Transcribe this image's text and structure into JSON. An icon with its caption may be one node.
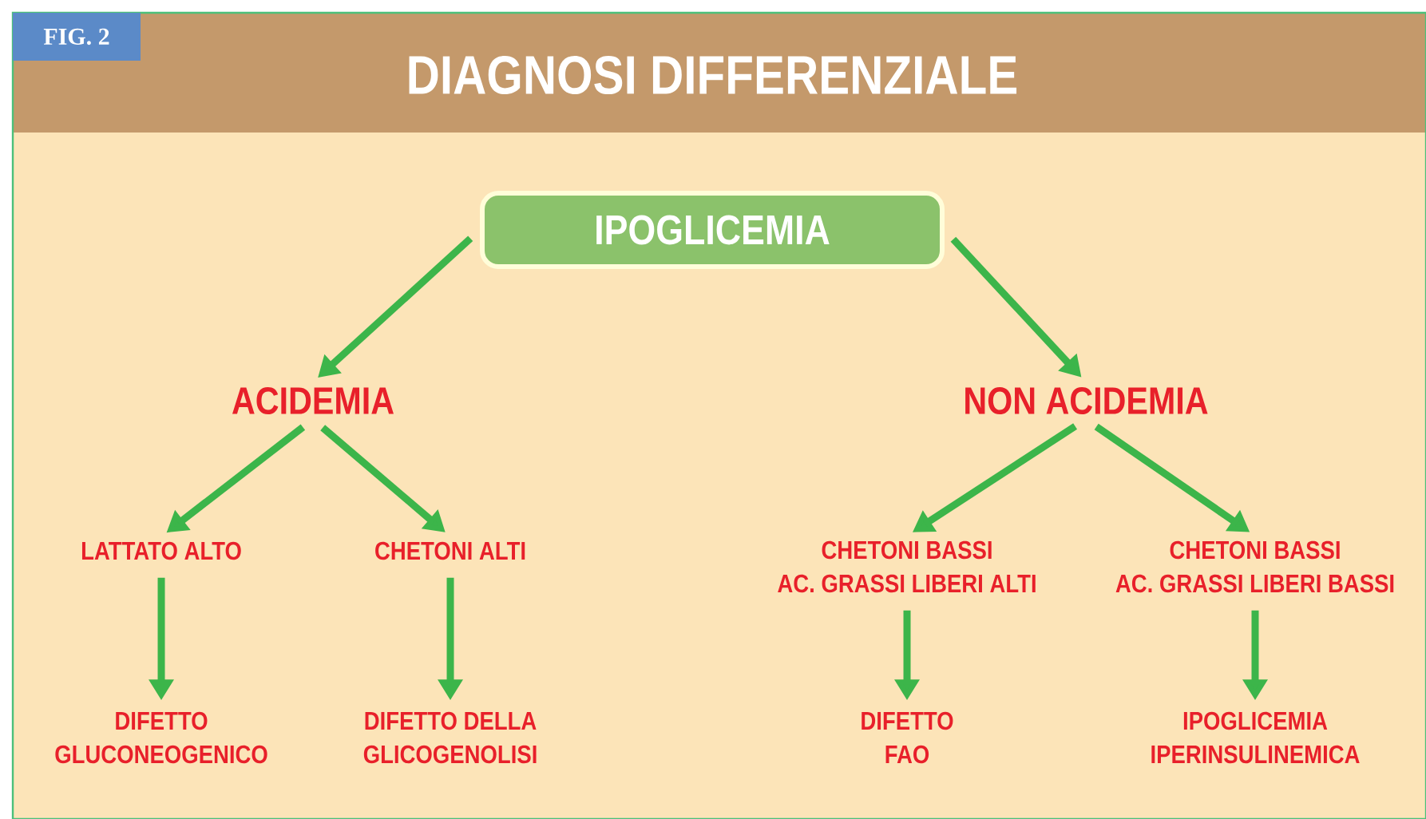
{
  "diagram": {
    "title": "DIAGNOSI DIFFERENZIALE",
    "nodes": [
      {
        "text": [
          "IPOGLICEMIA"
        ]
      },
      {
        "text": [
          "ACIDEMIA"
        ]
      },
      {
        "text": [
          "NON ACIDEMIA"
        ]
      },
      {
        "text": [
          "LATTATO ALTO"
        ]
      },
      {
        "text": [
          "CHETONI ALTI"
        ]
      },
      {
        "text": [
          "CHETONI BASSI AC. GRASSI LIBERI ALTI"
        ]
      },
      {
        "text": [
          "CHETONI BASSI AC. GRASSI LIBERI BASSI"
        ]
      },
      {
        "text": [
          "DIFETTO GLUCONEOGENICO"
        ]
      },
      {
        "text": [
          "DIFETTO DELLA GLICOGENOLISI"
        ]
      },
      {
        "text": [
          "DIFETTO FAO"
        ]
      },
      {
        "text": [
          "IPOGLICEMIA IPERINSULINEMICA"
        ]
      }
    ],
    "edges": [
      {
        "from": 0,
        "to": 1,
        "arrow": "to"
      },
      {
        "from": 0,
        "to": 2,
        "arrow": "to"
      },
      {
        "from": 1,
        "to": 3,
        "arrow": "to"
      },
      {
        "from": 1,
        "to": 4,
        "arrow": "to"
      },
      {
        "from": 2,
        "to": 5,
        "arrow": "to"
      },
      {
        "from": 2,
        "to": 6,
        "arrow": "to"
      },
      {
        "from": 3,
        "to": 7,
        "arrow": "to"
      },
      {
        "from": 4,
        "to": 8,
        "arrow": "to"
      },
      {
        "from": 5,
        "to": 9,
        "arrow": "to"
      },
      {
        "from": 6,
        "to": 10,
        "arrow": "to"
      }
    ],
    "labels": [
      "FIG. 2"
    ]
  }
}
